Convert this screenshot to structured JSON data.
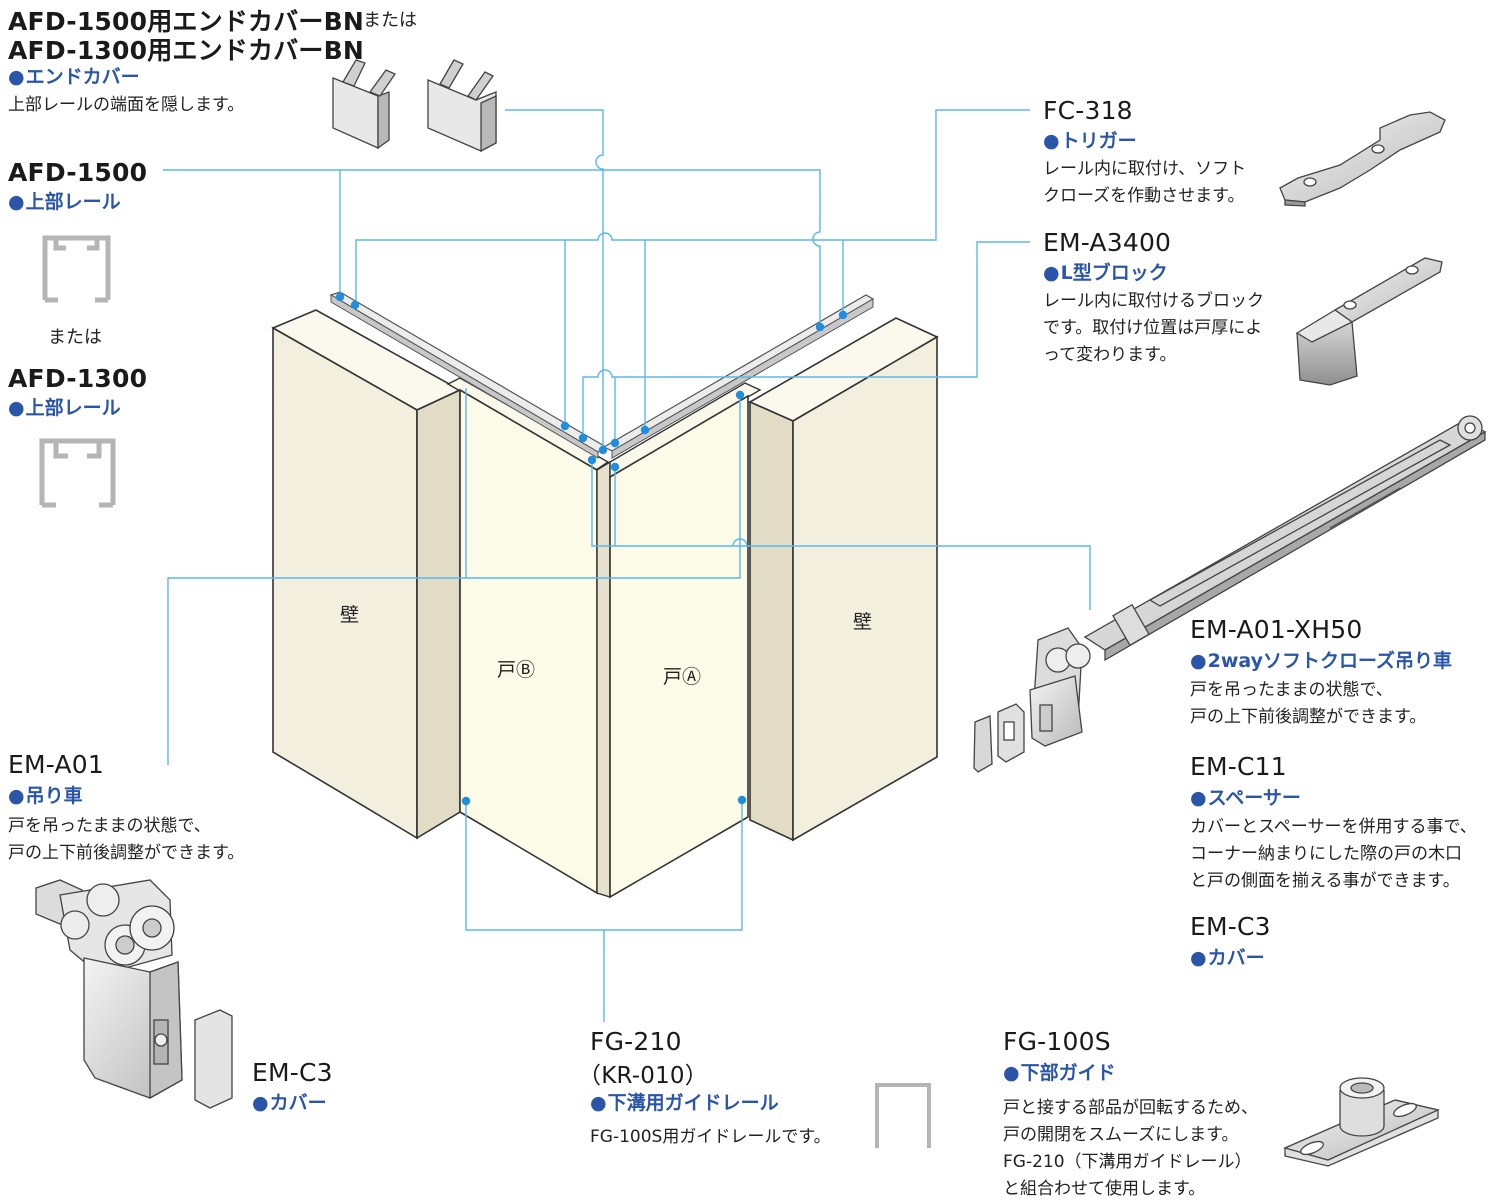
{
  "labels": {
    "end_cover": {
      "model_1": "AFD-1500用エンドカバーBN",
      "model_2": "AFD-1300用エンドカバーBN",
      "or": "または",
      "category": "エンドカバー",
      "desc": "上部レールの端面を隠します。"
    },
    "rail_1500": {
      "model": "AFD-1500",
      "category": "上部レール"
    },
    "rail_or": "または",
    "rail_1300": {
      "model": "AFD-1300",
      "category": "上部レール"
    },
    "trigger": {
      "model": "FC-318",
      "category": "トリガー",
      "desc": [
        "レール内に取付け、ソフト",
        "クローズを作動させます。"
      ]
    },
    "l_block": {
      "model": "EM-A3400",
      "category": "L型ブロック",
      "desc": [
        "レール内に取付けるブロック",
        "です。取付け位置は戸厚によ",
        "って変わります。"
      ]
    },
    "softclose_hanger": {
      "model": "EM-A01-XH50",
      "category": "2wayソフトクローズ吊り車",
      "desc": [
        "戸を吊ったままの状態で、",
        "戸の上下前後調整ができます。"
      ]
    },
    "spacer": {
      "model": "EM-C11",
      "category": "スペーサー",
      "desc": [
        "カバーとスペーサーを併用する事で、",
        "コーナー納まりにした際の戸の木口",
        "と戸の側面を揃える事ができます。"
      ]
    },
    "cover_right": {
      "model": "EM-C3",
      "category": "カバー"
    },
    "hanger": {
      "model": "EM-A01",
      "category": "吊り車",
      "desc": [
        "戸を吊ったままの状態で、",
        "戸の上下前後調整ができます。"
      ]
    },
    "cover_left": {
      "model": "EM-C3",
      "category": "カバー"
    },
    "guide_rail": {
      "model": "FG-210",
      "alt_model": "（KR-010）",
      "category": "下溝用ガイドレール",
      "desc": "FG-100S用ガイドレールです。"
    },
    "bottom_guide": {
      "model": "FG-100S",
      "category": "下部ガイド",
      "desc": [
        "戸と接する部品が回転するため、",
        "戸の開閉をスムーズにします。",
        "FG-210（下溝用ガイドレール）",
        "と組合わせて使用します。"
      ]
    }
  },
  "diagram": {
    "wall_label": "壁",
    "door_b": "戸Ⓑ",
    "door_a": "戸Ⓐ"
  },
  "colors": {
    "leader_line": "#5ab8e8",
    "callout_dot": "#1e8ee0",
    "category_text": "#2a55a8",
    "wall_fill": "#f3efdf",
    "door_fill": "#fcfbe8"
  }
}
